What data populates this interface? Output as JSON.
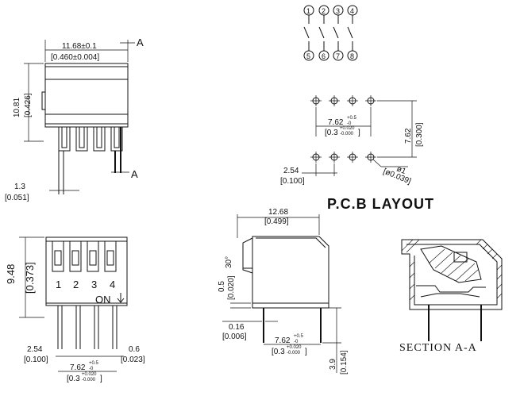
{
  "top_view": {
    "width_mm": "11.68±0.1",
    "width_in": "[0.460±0.004]",
    "height_mm": "10.81",
    "height_in": "[0.426]",
    "section_mark": "A",
    "pin_offset_mm": "1.3",
    "pin_offset_in": "[0.051]"
  },
  "schematic": {
    "top_pins": [
      "1",
      "2",
      "3",
      "4"
    ],
    "bottom_pins": [
      "5",
      "6",
      "7",
      "8"
    ]
  },
  "pcb_layout": {
    "title": "P.C.B LAYOUT",
    "row_spacing_mm": "7.62",
    "row_spacing_in": "[0.300]",
    "col_spacing_mm": "7.62",
    "col_spacing_tol_up": "+0.5",
    "col_spacing_tol_down": "-0",
    "col_spacing_in": "[0.3",
    "col_spacing_in_tol_up": "+0.020",
    "col_spacing_in_tol_down": "-0.000",
    "col_spacing_in_close": "]",
    "pitch_mm": "2.54",
    "pitch_in": "[0.100]",
    "hole_mm": "ø1",
    "hole_in": "[ø0.039]"
  },
  "front_view": {
    "height_mm": "9.48",
    "height_in": "[0.373]",
    "switch_numbers": [
      "1",
      "2",
      "3",
      "4"
    ],
    "on_label": "ON",
    "pitch_mm": "2.54",
    "pitch_in": "[0.100]",
    "pin_width_mm": "0.6",
    "pin_width_in": "[0.023]",
    "row_spacing_mm": "7.62",
    "row_tol_up": "+0.5",
    "row_tol_down": "-0",
    "row_spacing_in": "[0.3",
    "row_in_tol_up": "+0.020",
    "row_in_tol_down": "-0.000",
    "row_in_close": "]"
  },
  "side_view": {
    "length_mm": "12.68",
    "length_in": "[0.499]",
    "angle": "30°",
    "standoff_mm": "0.5",
    "standoff_in": "[0.020]",
    "pin_thk_mm": "0.16",
    "pin_thk_in": "[0.006]",
    "row_spacing_mm": "7.62",
    "row_tol_up": "+0.5",
    "row_tol_down": "-0",
    "row_spacing_in": "[0.3",
    "row_in_tol_up": "+0.020",
    "row_in_tol_down": "-0.000",
    "row_in_close": "]",
    "pin_len_mm": "3.9",
    "pin_len_in": "[0.154]"
  },
  "section": {
    "label": "SECTION A-A"
  }
}
